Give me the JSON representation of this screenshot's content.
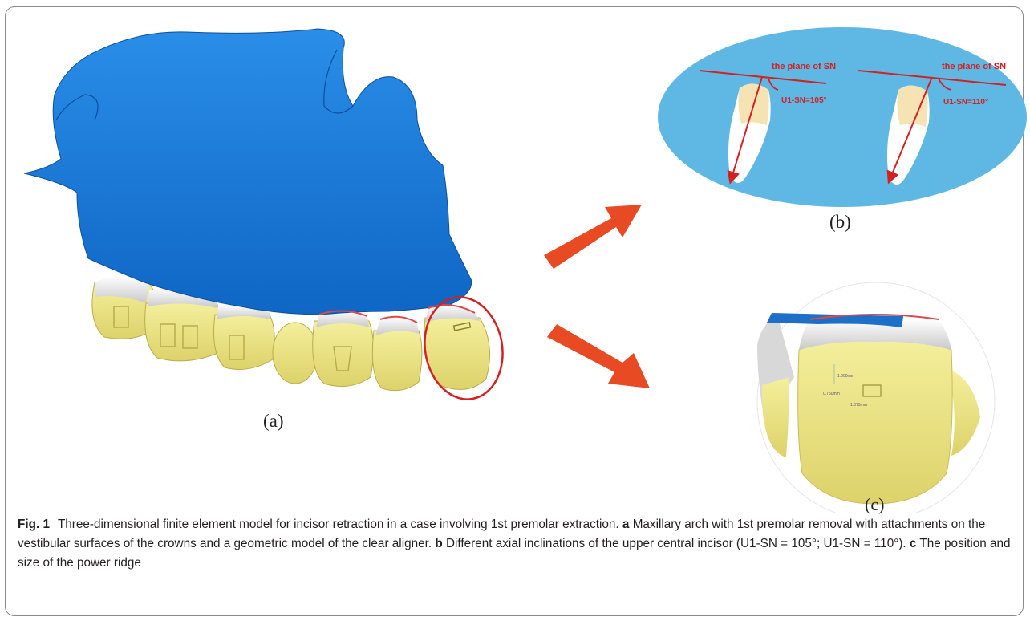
{
  "figure": {
    "panel_a_label": "(a)",
    "panel_b_label": "(b)",
    "panel_c_label": "(c)",
    "inset_b": {
      "left": {
        "plane_label": "the plane of SN",
        "angle_label": "U1-SN=105°"
      },
      "right": {
        "plane_label": "the plane of SN",
        "angle_label": "U1-SN=110°"
      }
    },
    "inset_c": {
      "dim_vertical": "1.000mm",
      "dim_left": "0.750mm",
      "dim_bottom": "1.375mm"
    }
  },
  "caption": {
    "fig_label": "Fig. 1",
    "text": "Three-dimensional finite element model for incisor retraction in a case involving 1st premolar extraction.",
    "a_key": "a",
    "a_text": "Maxillary arch with 1st premolar removal with attachments on the vestibular surfaces of the crowns and a geometric model of the clear aligner.",
    "b_key": "b",
    "b_text": "Different axial inclinations of the upper central incisor (U1-SN = 105°; U1-SN = 110°).",
    "c_key": "c",
    "c_text": "The position and size of the power ridge"
  },
  "colors": {
    "aligner_blue": "#1577d4",
    "tooth_yellow": "#ece58a",
    "arrow_orange": "#e84a24",
    "oval_blue": "#5fb8e3",
    "highlight_red": "#d42020"
  }
}
